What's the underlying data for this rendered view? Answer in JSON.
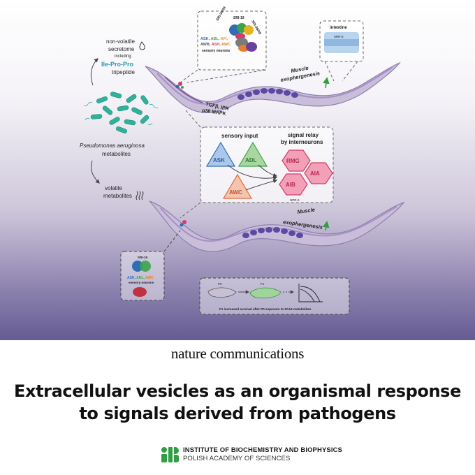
{
  "figure": {
    "secretome": [
      "non-volatile",
      "secretome",
      "including",
      "Ile-Pro-Pro",
      "tripeptide"
    ],
    "metabolites": [
      "Pseudomonas aeruginosa",
      "metabolites"
    ],
    "volatile": [
      "volatile",
      "metabolites"
    ],
    "muscle_top": [
      "Muscle",
      "exophergenesis"
    ],
    "muscle_bottom": [
      "Muscle",
      "exophergenesis"
    ],
    "pathways": [
      "TGFβ, IPR",
      "p38 MAPK"
    ],
    "top_receptors": [
      "SRI-36/39",
      "SRI-19",
      "SRI-36/39"
    ],
    "top_neurons_line1": [
      "ASK, ",
      "ADL, ",
      "AFI,"
    ],
    "top_neurons_line2": [
      "AWB, ",
      "ASH, ",
      "AWC"
    ],
    "top_sensory_label": "sensory neurons",
    "intestine": {
      "label": "intestine",
      "gene": "SRR-6"
    },
    "sensory_input": "sensory input",
    "signal_relay": [
      "signal relay",
      "by interneurons"
    ],
    "sensory_neurons": [
      "ASK",
      "ADL",
      "AWC"
    ],
    "interneurons": [
      "RMG",
      "AIA",
      "AIB"
    ],
    "npr": "NPR-9",
    "bottom_receptor": "SRI-19",
    "bottom_neurons": [
      "ASK, ",
      "ADL, ",
      "AWC"
    ],
    "bottom_sensory_label": "sensory neurons",
    "generations": [
      "P0",
      "F1"
    ],
    "survival_caption": "F1 increased survival after P0 exposure to PA14 metabolites"
  },
  "journal": "nature communications",
  "title_lines": [
    "Extracellular vesicles as an organismal response",
    "to signals derived from pathogens"
  ],
  "institution": {
    "line1": "INSTITUTE OF BIOCHEMISTRY AND BIOPHYSICS",
    "line2": "POLISH ACADEMY OF SCIENCES"
  }
}
